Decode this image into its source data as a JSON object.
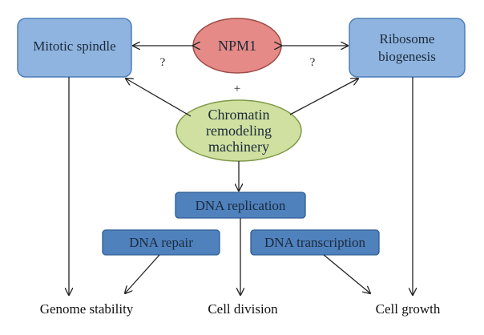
{
  "colors": {
    "box_fill": "#8fb4df",
    "box_stroke": "#4f7fb8",
    "dark_box_fill": "#4f81bd",
    "dark_box_stroke": "#2e5c92",
    "npm1_fill": "#e58a87",
    "npm1_stroke": "#9e4b48",
    "chromatin_fill": "#cfe0a0",
    "chromatin_stroke": "#7f9a48",
    "arrow": "#222222"
  },
  "nodes": {
    "npm1": "NPM1",
    "mitotic_spindle": "Mitotic spindle",
    "ribosome_biogenesis": [
      "Ribosome",
      "biogenesis"
    ],
    "chromatin": [
      "Chromatin",
      "remodeling",
      "machinery"
    ],
    "dna_replication": "DNA replication",
    "dna_repair": "DNA repair",
    "dna_transcription": "DNA transcription"
  },
  "symbols": {
    "left_question": "?",
    "right_question": "?",
    "plus": "+"
  },
  "outcomes": {
    "genome_stability": "Genome stability",
    "cell_division": "Cell division",
    "cell_growth": "Cell growth"
  }
}
